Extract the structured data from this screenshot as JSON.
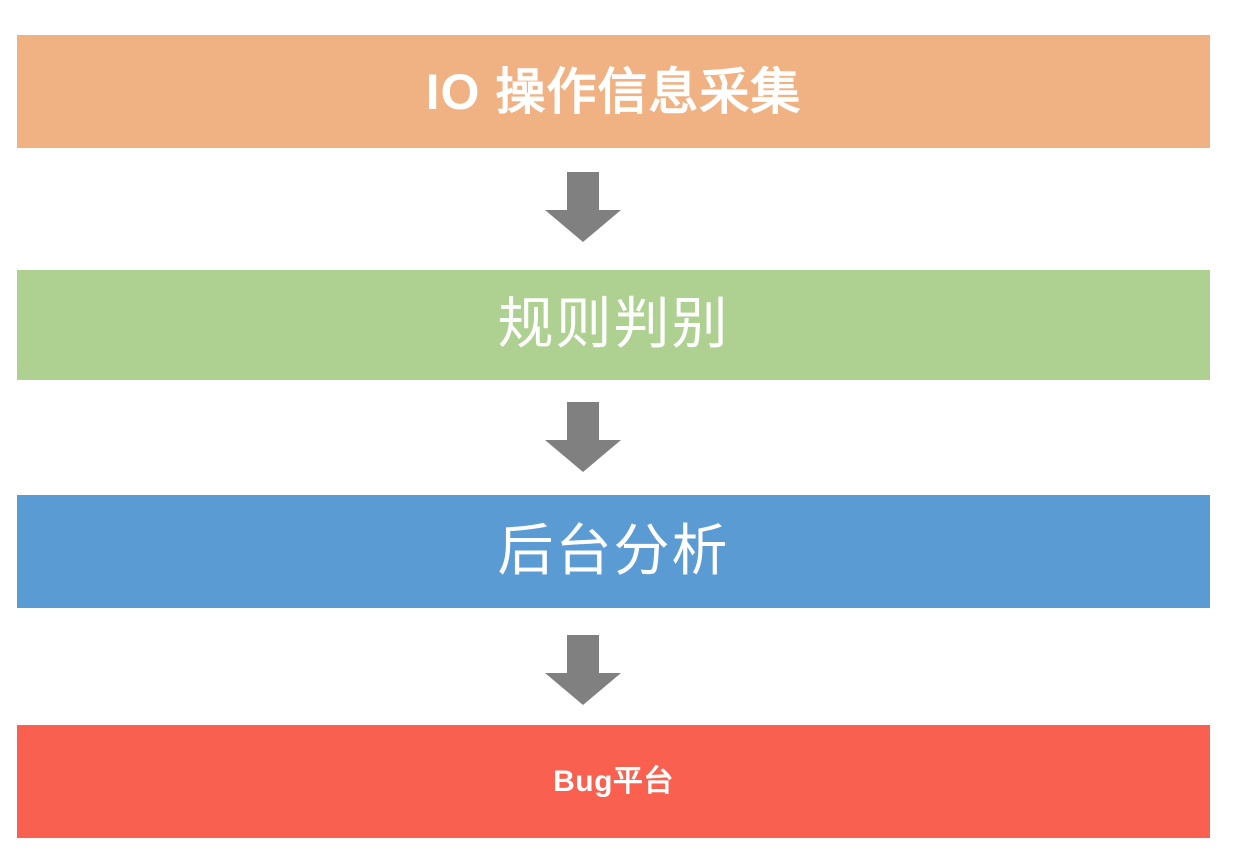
{
  "diagram": {
    "type": "vertical-flowchart",
    "orientation": "top-to-bottom",
    "background_color": "#ffffff",
    "stage_count": 4,
    "arrow_count": 3,
    "arrow_color": "#808080",
    "stages": [
      {
        "id": "io-collect",
        "label": "IO 操作信息采集",
        "fill_color": "#F0B183",
        "text_color": "#FFFFFF"
      },
      {
        "id": "rule-judge",
        "label": "规则判别",
        "fill_color": "#AED090",
        "text_color": "#FFFFFF"
      },
      {
        "id": "backend-analysis",
        "label": "后台分析",
        "fill_color": "#5B9BD4",
        "text_color": "#FFFFFF"
      },
      {
        "id": "bug-platform",
        "label": "Bug平台",
        "fill_color": "#F9604F",
        "text_color": "#FFFFFF"
      }
    ],
    "connectors": [
      {
        "id": "arrow-1",
        "icon": "arrow-down-icon",
        "from": "io-collect",
        "to": "rule-judge"
      },
      {
        "id": "arrow-2",
        "icon": "arrow-down-icon",
        "from": "rule-judge",
        "to": "backend-analysis"
      },
      {
        "id": "arrow-3",
        "icon": "arrow-down-icon",
        "from": "backend-analysis",
        "to": "bug-platform"
      }
    ]
  }
}
